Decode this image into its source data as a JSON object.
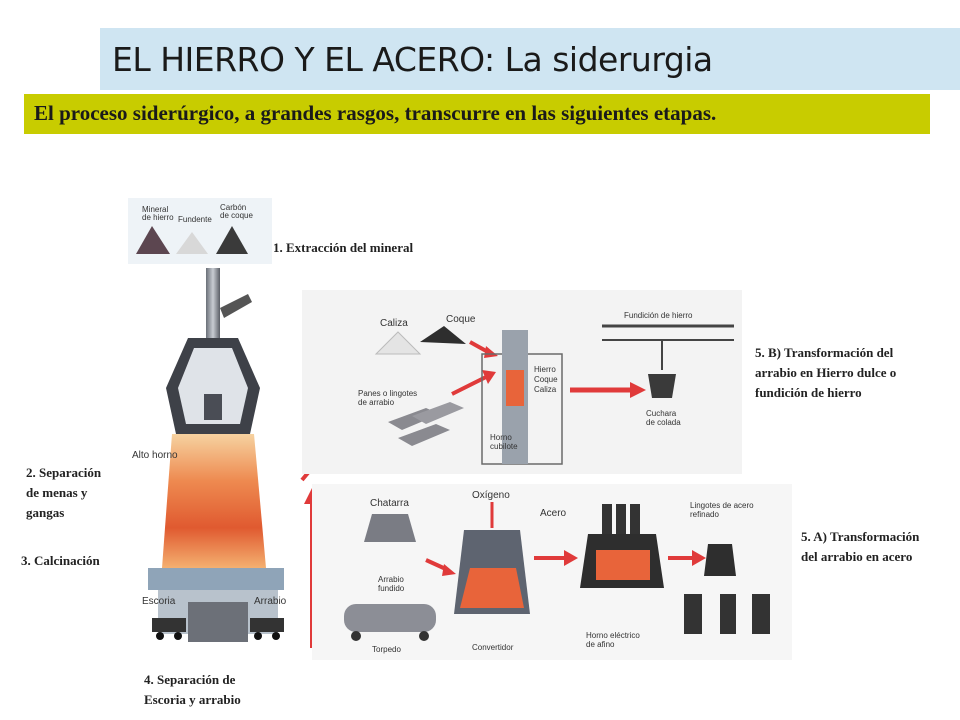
{
  "header": {
    "title": "EL HIERRO Y EL ACERO: La siderurgia",
    "subtitle": "El proceso siderúrgico, a grandes rasgos, transcurre en las siguientes etapas."
  },
  "steps": {
    "s1": "1. Extracción del mineral",
    "s2": [
      "2. Separación",
      "de menas y",
      "gangas"
    ],
    "s3": "3. Calcinación",
    "s4": [
      "4. Separación de",
      "Escoria y arrabio"
    ],
    "s5b": [
      "5. B) Transformación del",
      "arrabio en Hierro dulce o",
      "fundición de hierro"
    ],
    "s5a": [
      "5. A) Transformación",
      "del arrabio en acero"
    ]
  },
  "illustration": {
    "mineral": [
      "Mineral",
      "de hierro"
    ],
    "fundente": "Fundente",
    "carbon": [
      "Carbón",
      "de coque"
    ],
    "alto_horno": "Alto horno",
    "escoria": "Escoria",
    "arrabio": "Arrabio",
    "caliza": "Caliza",
    "coque": "Coque",
    "fundicion": "Fundición de hierro",
    "panes": [
      "Panes o lingotes",
      "de arrabio"
    ],
    "hierro": "Hierro",
    "coque2": "Coque",
    "caliza2": "Caliza",
    "horno_cubilote": [
      "Horno",
      "cubilote"
    ],
    "cuchara": [
      "Cuchara",
      "de colada"
    ],
    "chatarra": "Chatarra",
    "oxigeno": "Oxígeno",
    "acero": "Acero",
    "lingotes_acero": [
      "Lingotes de acero",
      "refinado"
    ],
    "arrabio_fundido": [
      "Arrabio",
      "fundido"
    ],
    "torpedo": "Torpedo",
    "convertidor": "Convertidor",
    "horno_electrico": [
      "Horno eléctrico",
      "de afino"
    ]
  },
  "colors": {
    "title_bg": "#cfe5f2",
    "subtitle_bg": "#c8cc00",
    "arrow_red": "#e03a3a",
    "furnace_orange": "#e8643a"
  }
}
